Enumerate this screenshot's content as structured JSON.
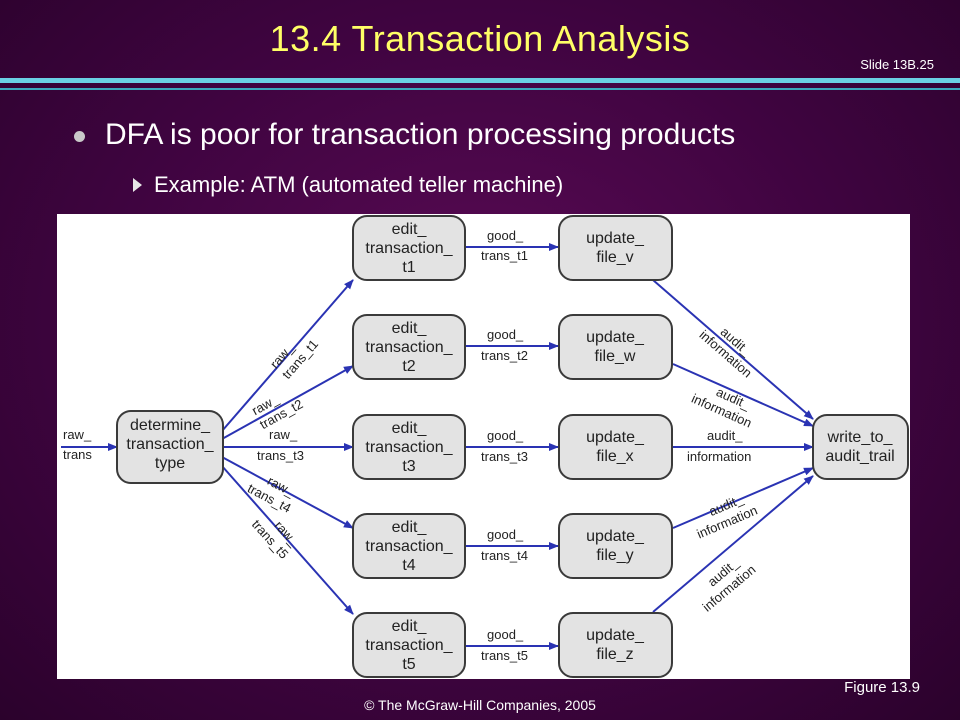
{
  "slide": {
    "title": "13.4  Transaction Analysis",
    "slide_number": "Slide 13B.25",
    "bullet_main": "DFA is poor for transaction processing products",
    "bullet_sub": "Example: ATM (automated teller machine)",
    "figure_caption": "Figure 13.9",
    "copyright": "© The McGraw-Hill Companies, 2005"
  },
  "colors": {
    "title": "#ffff66",
    "rule": "#6ad1e4",
    "background": "#4a064a",
    "arrow": "#2a33b3",
    "node_fill": "#e3e3e3"
  },
  "diagram": {
    "nodes": {
      "determine": [
        "determine_",
        "transaction_",
        "type"
      ],
      "edit1": [
        "edit_",
        "transaction_",
        "t1"
      ],
      "edit2": [
        "edit_",
        "transaction_",
        "t2"
      ],
      "edit3": [
        "edit_",
        "transaction_",
        "t3"
      ],
      "edit4": [
        "edit_",
        "transaction_",
        "t4"
      ],
      "edit5": [
        "edit_",
        "transaction_",
        "t5"
      ],
      "update_v": [
        "update_",
        "file_v"
      ],
      "update_w": [
        "update_",
        "file_w"
      ],
      "update_x": [
        "update_",
        "file_x"
      ],
      "update_y": [
        "update_",
        "file_y"
      ],
      "update_z": [
        "update_",
        "file_z"
      ],
      "write": [
        "write_to_",
        "audit_trail"
      ]
    },
    "edge_labels": {
      "input": [
        "raw_",
        "trans"
      ],
      "raw1": [
        "raw_",
        "trans_t1"
      ],
      "raw2": [
        "raw_",
        "trans_t2"
      ],
      "raw3": [
        "raw_",
        "trans_t3"
      ],
      "raw4": [
        "raw_",
        "trans_t4"
      ],
      "raw5": [
        "raw_",
        "trans_t5"
      ],
      "good1": [
        "good_",
        "trans_t1"
      ],
      "good2": [
        "good_",
        "trans_t2"
      ],
      "good3": [
        "good_",
        "trans_t3"
      ],
      "good4": [
        "good_",
        "trans_t4"
      ],
      "good5": [
        "good_",
        "trans_t5"
      ],
      "audit_v": [
        "audit_",
        "information"
      ],
      "audit_w": [
        "audit_",
        "information"
      ],
      "audit_x": [
        "audit_",
        "information"
      ],
      "audit_y": [
        "audit_",
        "information"
      ],
      "audit_z": [
        "audit_",
        "information"
      ]
    }
  }
}
